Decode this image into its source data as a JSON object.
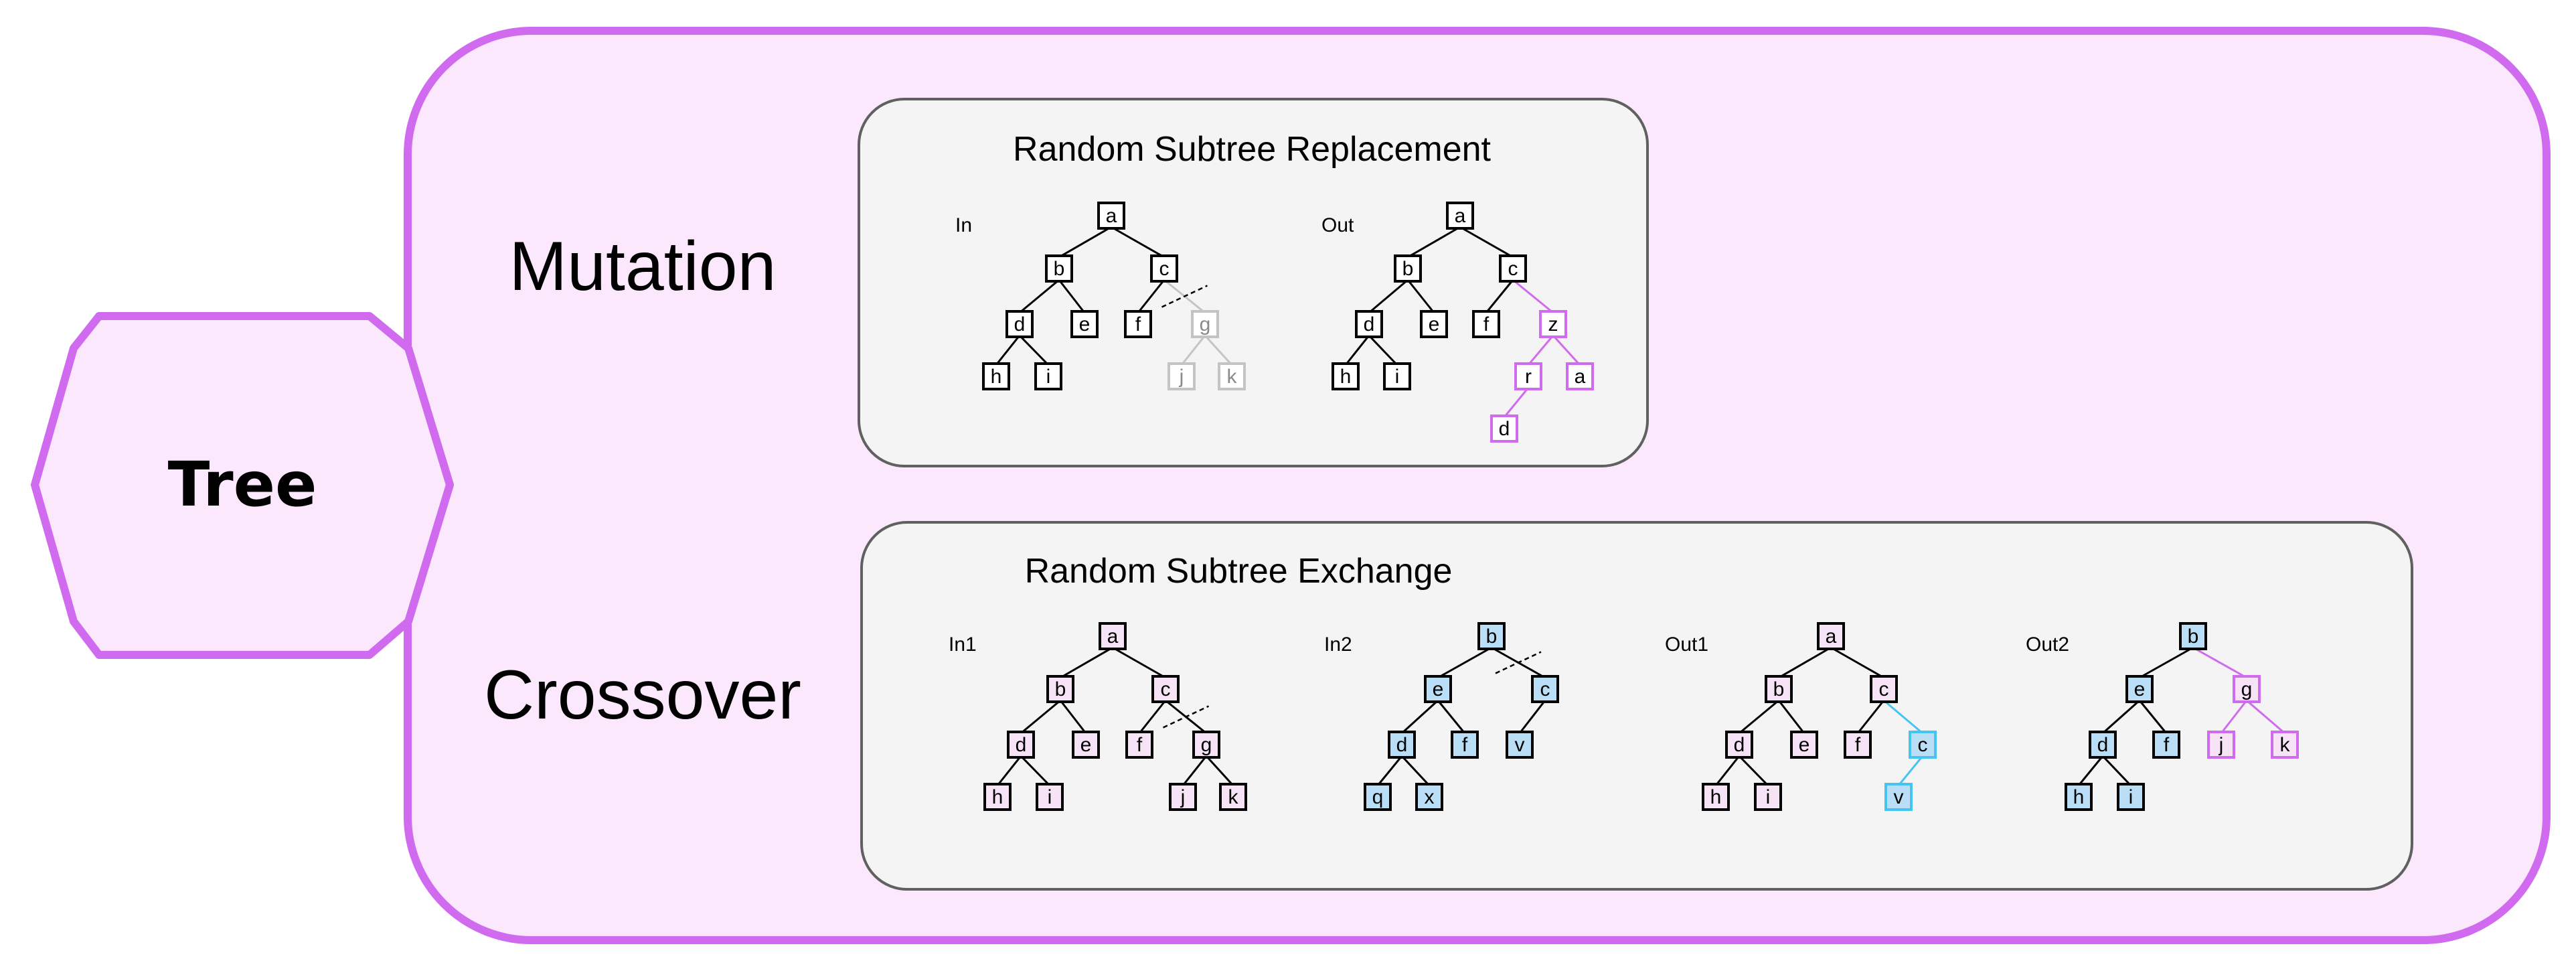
{
  "hexagon_label": "Tree",
  "section_labels": {
    "mutation": "Mutation",
    "crossover": "Crossover"
  },
  "mutation_panel": {
    "title": "Random Subtree Replacement",
    "in_label": "In",
    "out_label": "Out"
  },
  "crossover_panel": {
    "title": "Random Subtree Exchange",
    "in1_label": "In1",
    "in2_label": "In2",
    "out1_label": "Out1",
    "out2_label": "Out2"
  },
  "colors": {
    "magenta_border": "#d06bf0",
    "magenta_fill": "#fbe8fc",
    "panel_fill": "#f4f4f4",
    "panel_border": "#606060",
    "blue_node_fill": "#b9def5",
    "cyan_node_border": "#45c4f0",
    "pink_node_fill": "#f7e3f6",
    "gray_node_border": "#c4c4c4"
  },
  "trees": {
    "mut_in": {
      "nodes": [
        {
          "id": "a",
          "label": "a",
          "style": "black"
        },
        {
          "id": "b",
          "label": "b",
          "style": "black"
        },
        {
          "id": "c",
          "label": "c",
          "style": "black"
        },
        {
          "id": "d",
          "label": "d",
          "style": "black"
        },
        {
          "id": "e",
          "label": "e",
          "style": "black"
        },
        {
          "id": "f",
          "label": "f",
          "style": "black"
        },
        {
          "id": "g",
          "label": "g",
          "style": "gray"
        },
        {
          "id": "h",
          "label": "h",
          "style": "black"
        },
        {
          "id": "i",
          "label": "i",
          "style": "black"
        },
        {
          "id": "j",
          "label": "j",
          "style": "gray"
        },
        {
          "id": "k",
          "label": "k",
          "style": "gray"
        }
      ],
      "edges": [
        {
          "from": "a",
          "to": "b",
          "style": "black"
        },
        {
          "from": "a",
          "to": "c",
          "style": "black"
        },
        {
          "from": "b",
          "to": "d",
          "style": "black"
        },
        {
          "from": "b",
          "to": "e",
          "style": "black"
        },
        {
          "from": "c",
          "to": "f",
          "style": "black"
        },
        {
          "from": "c",
          "to": "g",
          "style": "gray"
        },
        {
          "from": "d",
          "to": "h",
          "style": "black"
        },
        {
          "from": "d",
          "to": "i",
          "style": "black"
        },
        {
          "from": "g",
          "to": "j",
          "style": "gray"
        },
        {
          "from": "g",
          "to": "k",
          "style": "gray"
        }
      ],
      "cut": {
        "from": "c",
        "to": "g"
      }
    },
    "mut_out": {
      "nodes": [
        {
          "id": "a",
          "label": "a",
          "style": "black"
        },
        {
          "id": "b",
          "label": "b",
          "style": "black"
        },
        {
          "id": "c",
          "label": "c",
          "style": "black"
        },
        {
          "id": "d",
          "label": "d",
          "style": "black"
        },
        {
          "id": "e",
          "label": "e",
          "style": "black"
        },
        {
          "id": "f",
          "label": "f",
          "style": "black"
        },
        {
          "id": "z",
          "label": "z",
          "style": "magenta"
        },
        {
          "id": "h",
          "label": "h",
          "style": "black"
        },
        {
          "id": "i",
          "label": "i",
          "style": "black"
        },
        {
          "id": "r",
          "label": "r",
          "style": "magenta"
        },
        {
          "id": "a2",
          "label": "a",
          "style": "magenta"
        },
        {
          "id": "d2",
          "label": "d",
          "style": "magenta"
        }
      ],
      "edges": [
        {
          "from": "a",
          "to": "b",
          "style": "black"
        },
        {
          "from": "a",
          "to": "c",
          "style": "black"
        },
        {
          "from": "b",
          "to": "d",
          "style": "black"
        },
        {
          "from": "b",
          "to": "e",
          "style": "black"
        },
        {
          "from": "c",
          "to": "f",
          "style": "black"
        },
        {
          "from": "c",
          "to": "z",
          "style": "magenta"
        },
        {
          "from": "d",
          "to": "h",
          "style": "black"
        },
        {
          "from": "d",
          "to": "i",
          "style": "black"
        },
        {
          "from": "z",
          "to": "r",
          "style": "magenta"
        },
        {
          "from": "z",
          "to": "a2",
          "style": "magenta"
        },
        {
          "from": "r",
          "to": "d2",
          "style": "magenta"
        }
      ]
    },
    "cx_in1": {
      "nodes": [
        {
          "id": "a",
          "label": "a",
          "style": "pink"
        },
        {
          "id": "b",
          "label": "b",
          "style": "pink"
        },
        {
          "id": "c",
          "label": "c",
          "style": "pink"
        },
        {
          "id": "d",
          "label": "d",
          "style": "pink"
        },
        {
          "id": "e",
          "label": "e",
          "style": "pink"
        },
        {
          "id": "f",
          "label": "f",
          "style": "pink"
        },
        {
          "id": "g",
          "label": "g",
          "style": "pink"
        },
        {
          "id": "h",
          "label": "h",
          "style": "pink"
        },
        {
          "id": "i",
          "label": "i",
          "style": "pink"
        },
        {
          "id": "j",
          "label": "j",
          "style": "pink"
        },
        {
          "id": "k",
          "label": "k",
          "style": "pink"
        }
      ],
      "edges": [
        {
          "from": "a",
          "to": "b",
          "style": "black"
        },
        {
          "from": "a",
          "to": "c",
          "style": "black"
        },
        {
          "from": "b",
          "to": "d",
          "style": "black"
        },
        {
          "from": "b",
          "to": "e",
          "style": "black"
        },
        {
          "from": "c",
          "to": "f",
          "style": "black"
        },
        {
          "from": "c",
          "to": "g",
          "style": "black"
        },
        {
          "from": "d",
          "to": "h",
          "style": "black"
        },
        {
          "from": "d",
          "to": "i",
          "style": "black"
        },
        {
          "from": "g",
          "to": "j",
          "style": "black"
        },
        {
          "from": "g",
          "to": "k",
          "style": "black"
        }
      ],
      "cut": {
        "from": "c",
        "to": "g"
      }
    },
    "cx_in2": {
      "nodes": [
        {
          "id": "b",
          "label": "b",
          "style": "blue"
        },
        {
          "id": "e",
          "label": "e",
          "style": "blue"
        },
        {
          "id": "c",
          "label": "c",
          "style": "blue"
        },
        {
          "id": "d",
          "label": "d",
          "style": "blue"
        },
        {
          "id": "f",
          "label": "f",
          "style": "blue"
        },
        {
          "id": "v",
          "label": "v",
          "style": "blue"
        },
        {
          "id": "q",
          "label": "q",
          "style": "blue"
        },
        {
          "id": "x",
          "label": "x",
          "style": "blue"
        }
      ],
      "edges": [
        {
          "from": "b",
          "to": "e",
          "style": "black"
        },
        {
          "from": "b",
          "to": "c",
          "style": "black"
        },
        {
          "from": "e",
          "to": "d",
          "style": "black"
        },
        {
          "from": "e",
          "to": "f",
          "style": "black"
        },
        {
          "from": "c",
          "to": "v",
          "style": "black"
        },
        {
          "from": "d",
          "to": "q",
          "style": "black"
        },
        {
          "from": "d",
          "to": "x",
          "style": "black"
        }
      ],
      "cut": {
        "from": "b",
        "to": "c"
      }
    },
    "cx_out1": {
      "nodes": [
        {
          "id": "a",
          "label": "a",
          "style": "pink"
        },
        {
          "id": "b",
          "label": "b",
          "style": "pink"
        },
        {
          "id": "c",
          "label": "c",
          "style": "pink"
        },
        {
          "id": "d",
          "label": "d",
          "style": "pink"
        },
        {
          "id": "e",
          "label": "e",
          "style": "pink"
        },
        {
          "id": "f",
          "label": "f",
          "style": "pink"
        },
        {
          "id": "c2",
          "label": "c",
          "style": "cyan"
        },
        {
          "id": "h",
          "label": "h",
          "style": "pink"
        },
        {
          "id": "i",
          "label": "i",
          "style": "pink"
        },
        {
          "id": "v",
          "label": "v",
          "style": "cyan"
        }
      ],
      "edges": [
        {
          "from": "a",
          "to": "b",
          "style": "black"
        },
        {
          "from": "a",
          "to": "c",
          "style": "black"
        },
        {
          "from": "b",
          "to": "d",
          "style": "black"
        },
        {
          "from": "b",
          "to": "e",
          "style": "black"
        },
        {
          "from": "c",
          "to": "f",
          "style": "black"
        },
        {
          "from": "c",
          "to": "c2",
          "style": "cyan"
        },
        {
          "from": "d",
          "to": "h",
          "style": "black"
        },
        {
          "from": "d",
          "to": "i",
          "style": "black"
        },
        {
          "from": "c2",
          "to": "v",
          "style": "cyan"
        }
      ]
    },
    "cx_out2": {
      "nodes": [
        {
          "id": "b",
          "label": "b",
          "style": "blue"
        },
        {
          "id": "e",
          "label": "e",
          "style": "blue"
        },
        {
          "id": "g",
          "label": "g",
          "style": "pinkmag"
        },
        {
          "id": "d",
          "label": "d",
          "style": "blue"
        },
        {
          "id": "f",
          "label": "f",
          "style": "blue"
        },
        {
          "id": "j",
          "label": "j",
          "style": "pinkmag"
        },
        {
          "id": "k",
          "label": "k",
          "style": "pinkmag"
        },
        {
          "id": "h",
          "label": "h",
          "style": "blue"
        },
        {
          "id": "i",
          "label": "i",
          "style": "blue"
        }
      ],
      "edges": [
        {
          "from": "b",
          "to": "e",
          "style": "black"
        },
        {
          "from": "b",
          "to": "g",
          "style": "magenta"
        },
        {
          "from": "e",
          "to": "d",
          "style": "black"
        },
        {
          "from": "e",
          "to": "f",
          "style": "black"
        },
        {
          "from": "g",
          "to": "j",
          "style": "magenta"
        },
        {
          "from": "g",
          "to": "k",
          "style": "magenta"
        },
        {
          "from": "d",
          "to": "h",
          "style": "black"
        },
        {
          "from": "d",
          "to": "i",
          "style": "black"
        }
      ]
    }
  }
}
